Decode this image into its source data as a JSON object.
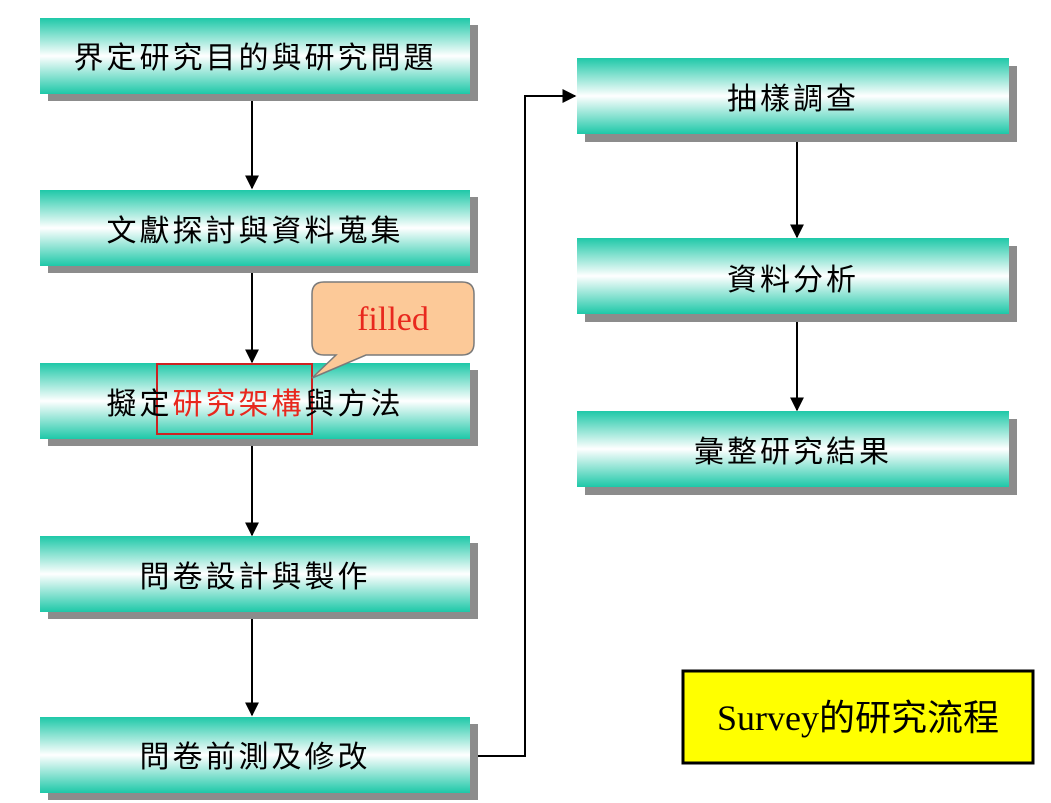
{
  "steps_left": [
    "界定研究目的與研究問題",
    "文獻探討與資料蒐集",
    {
      "prefix": "擬定",
      "highlight": "研究架構",
      "suffix": "與方法"
    },
    "問卷設計與製作",
    "問卷前測及修改"
  ],
  "steps_right": [
    "抽樣調查",
    "資料分析",
    "彙整研究結果"
  ],
  "callout": {
    "text": "filled"
  },
  "diagram_label": "Survey的研究流程",
  "colors": {
    "box_edge": "#1ec8a8",
    "box_center": "#ffffff",
    "shadow": "#8c8c8c",
    "highlight_text": "#e8281e",
    "callout_fill": "#fcc998",
    "callout_border": "#7a7a7a",
    "label_fill": "#ffff00",
    "label_border": "#000000"
  }
}
